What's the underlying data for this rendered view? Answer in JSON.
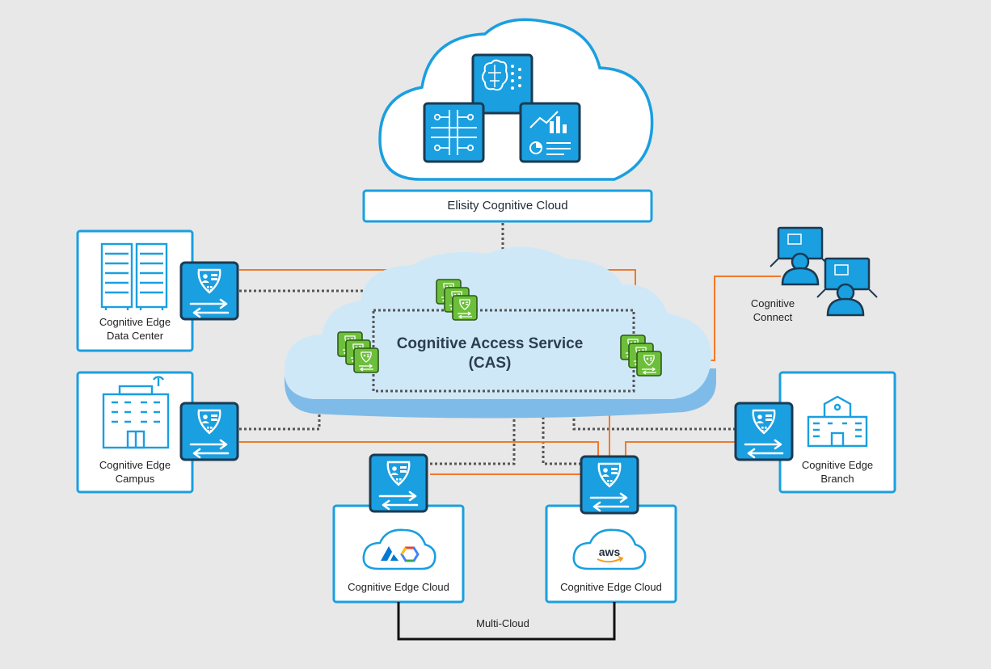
{
  "cognitive_cloud": {
    "label": "Elisity Cognitive Cloud"
  },
  "cas": {
    "line1": "Cognitive Access Service",
    "line2": "(CAS)"
  },
  "sites": {
    "data_center": {
      "line1": "Cognitive Edge",
      "line2": "Data Center",
      "icon": "server-rack-icon"
    },
    "campus": {
      "line1": "Cognitive Edge",
      "line2": "Campus",
      "icon": "office-building-icon"
    },
    "branch": {
      "line1": "Cognitive Edge",
      "line2": "Branch",
      "icon": "branch-building-icon"
    },
    "cloud_azure_gcp": {
      "label": "Cognitive Edge Cloud",
      "icon": "azure-google-cloud-icon"
    },
    "cloud_aws": {
      "label": "Cognitive Edge Cloud",
      "logo_text": "aws",
      "icon": "aws-cloud-icon"
    }
  },
  "connect": {
    "line1": "Cognitive",
    "line2": "Connect"
  },
  "multi_cloud": {
    "label": "Multi-Cloud"
  },
  "colors": {
    "background": "#e8e8e8",
    "brand_blue": "#1a9fe0",
    "dark_navy": "#1b3a52",
    "orange_link": "#f07a2a",
    "green_node": "#6cbf3a",
    "cas_cloud": "#cfe8f7"
  }
}
